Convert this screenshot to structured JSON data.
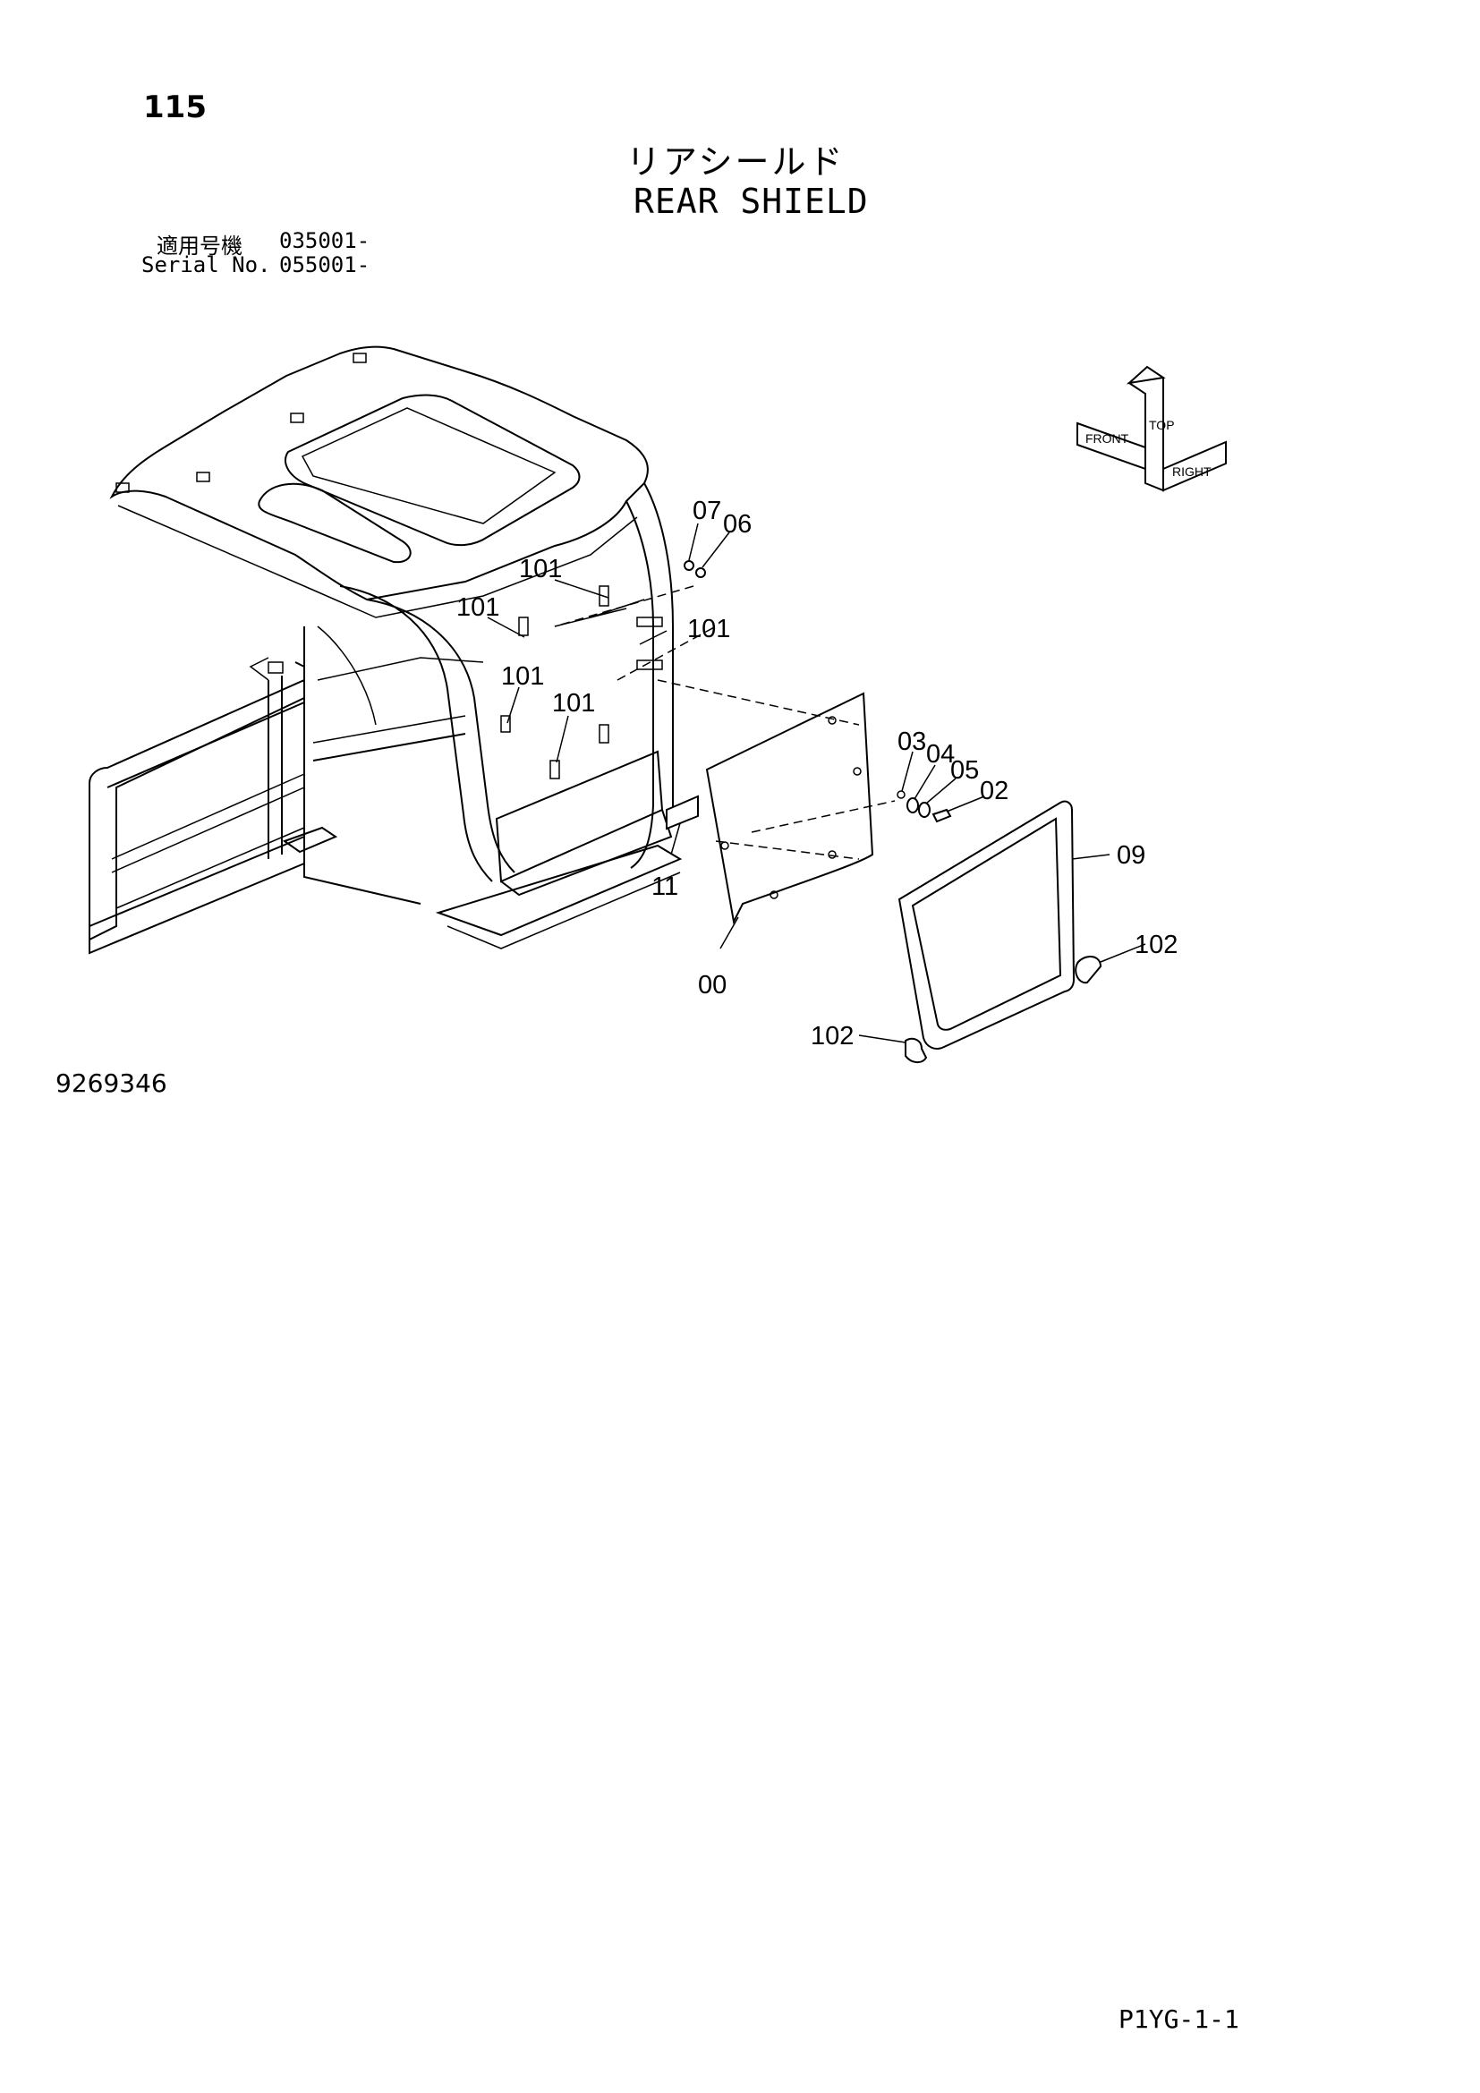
{
  "page": {
    "number": "115",
    "title_jp": "リアシールド",
    "title_en": "REAR SHIELD",
    "serial_jp_label": "適用号機",
    "serial_jp_value": "035001-",
    "serial_en_label": "Serial No.",
    "serial_en_value": "055001-",
    "drawing_number": "9269346",
    "sheet_code": "P1YG-1-1"
  },
  "orientation": {
    "top": "TOP",
    "front": "FRONT",
    "right": "RIGHT"
  },
  "callouts": {
    "c07": "07",
    "c06": "06",
    "c101a": "101",
    "c101b": "101",
    "c101c": "101",
    "c101d": "101",
    "c101e": "101",
    "c03": "03",
    "c04": "04",
    "c05": "05",
    "c02": "02",
    "c11": "11",
    "c09": "09",
    "c00": "00",
    "c102a": "102",
    "c102b": "102"
  }
}
